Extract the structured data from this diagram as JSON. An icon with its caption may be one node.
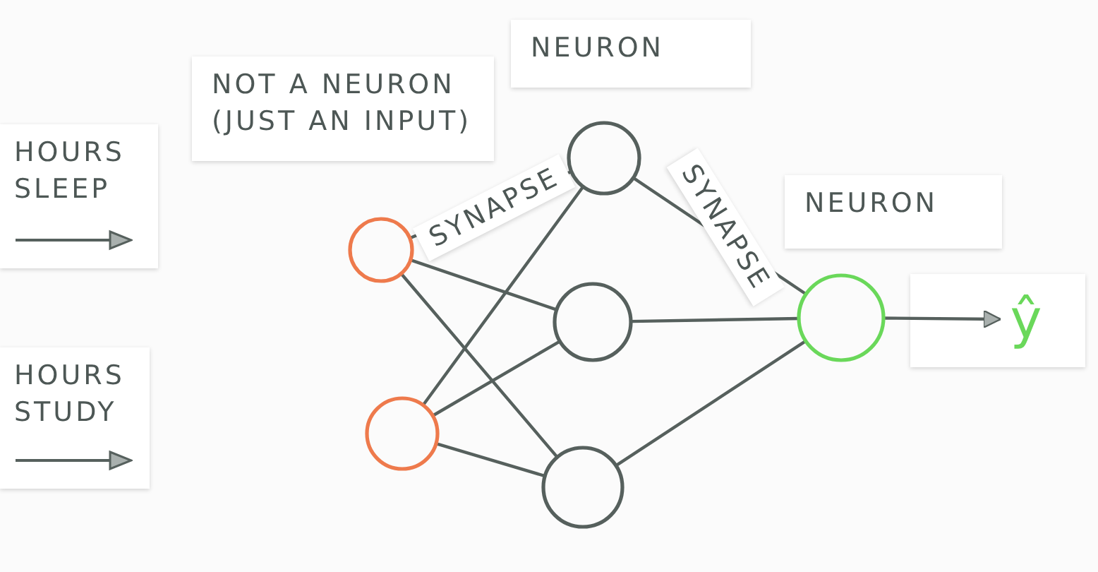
{
  "diagram": {
    "nodes": [
      {
        "text": [],
        "shape": "circle"
      },
      {
        "text": [],
        "shape": "circle"
      },
      {
        "text": [],
        "shape": "circle"
      },
      {
        "text": [],
        "shape": "circle"
      },
      {
        "text": [],
        "shape": "circle"
      },
      {
        "text": [],
        "shape": "circle"
      },
      {
        "text": [
          "ŷ"
        ]
      }
    ],
    "edges": [
      {
        "from": 0,
        "to": 2,
        "arrow": "none",
        "label": "SYNAPSE"
      },
      {
        "from": 0,
        "to": 3,
        "arrow": "none"
      },
      {
        "from": 0,
        "to": 4,
        "arrow": "none"
      },
      {
        "from": 1,
        "to": 2,
        "arrow": "none"
      },
      {
        "from": 1,
        "to": 3,
        "arrow": "none"
      },
      {
        "from": 1,
        "to": 4,
        "arrow": "none"
      },
      {
        "from": 2,
        "to": 5,
        "arrow": "none",
        "label": "SYNAPSE"
      },
      {
        "from": 3,
        "to": 5,
        "arrow": "none"
      },
      {
        "from": 4,
        "to": 5,
        "arrow": "none"
      },
      {
        "from": 5,
        "to": 6,
        "arrow": "to"
      }
    ],
    "labels": [
      "HOURS SLEEP",
      "HOURS STUDY",
      "NOT A NEURON (JUST AN INPUT)",
      "NEURON",
      "NEURON"
    ]
  }
}
